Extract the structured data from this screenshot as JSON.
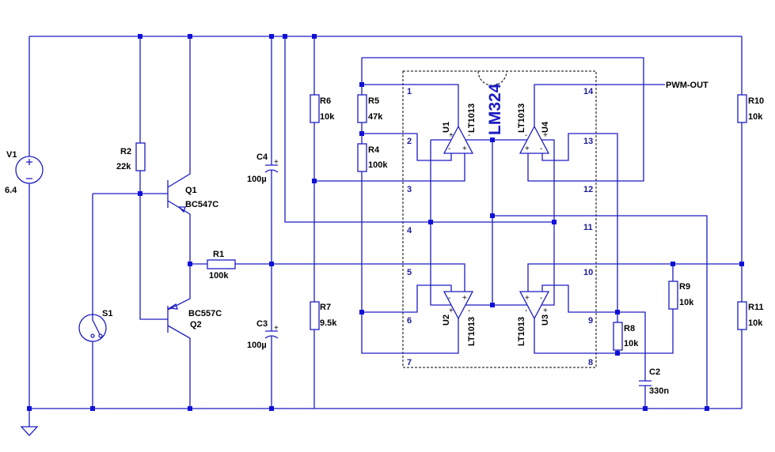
{
  "colors": {
    "wire": "#1c1cc4",
    "junction": "#1010d8",
    "text": "#000000",
    "pin_number": "#1c1c9c"
  },
  "components": {
    "V1": {
      "name": "V1",
      "value": "6.4"
    },
    "R1": {
      "name": "R1",
      "value": "100k"
    },
    "R2": {
      "name": "R2",
      "value": "22k"
    },
    "R4": {
      "name": "R4",
      "value": "100k"
    },
    "R5": {
      "name": "R5",
      "value": "47k"
    },
    "R6": {
      "name": "R6",
      "value": "10k"
    },
    "R7": {
      "name": "R7",
      "value": "9.5k"
    },
    "R8": {
      "name": "R8",
      "value": "10k"
    },
    "R9": {
      "name": "R9",
      "value": "10k"
    },
    "R10": {
      "name": "R10",
      "value": "10k"
    },
    "R11": {
      "name": "R11",
      "value": "10k"
    },
    "C2": {
      "name": "C2",
      "value": "330n"
    },
    "C3": {
      "name": "C3",
      "value": "100µ"
    },
    "C4": {
      "name": "C4",
      "value": "100µ"
    },
    "Q1": {
      "name": "Q1",
      "value": "BC547C"
    },
    "Q2": {
      "name": "Q2",
      "value": "BC557C"
    },
    "S1": {
      "name": "S1"
    },
    "U1": {
      "name": "U1",
      "value": "LT1013"
    },
    "U2": {
      "name": "U2",
      "value": "LT1013"
    },
    "U3": {
      "name": "U3",
      "value": "LT1013"
    },
    "U4": {
      "name": "U4",
      "value": "LT1013"
    }
  },
  "ic": {
    "label": "LM324",
    "pins": [
      "1",
      "2",
      "3",
      "4",
      "5",
      "6",
      "7",
      "8",
      "9",
      "10",
      "11",
      "12",
      "13",
      "14"
    ]
  },
  "net_labels": {
    "pwm_out": "PWM-OUT"
  },
  "symbols": {
    "plus": "+",
    "minus": "-"
  }
}
